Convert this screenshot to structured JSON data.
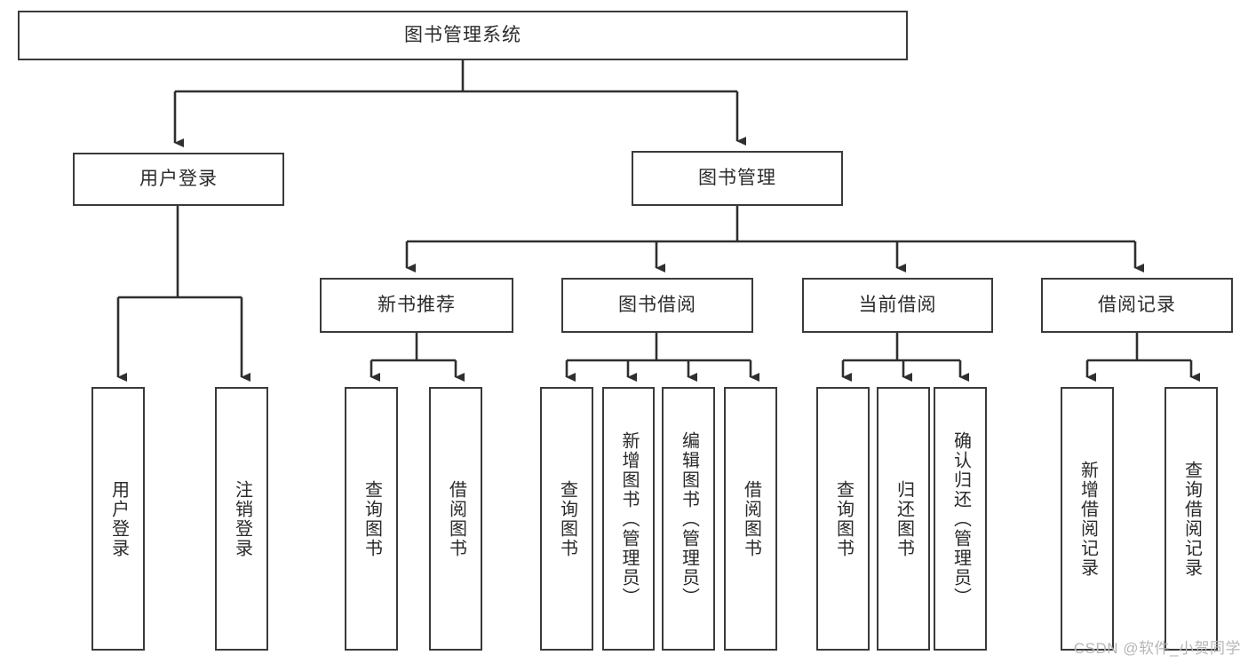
{
  "diagram": {
    "type": "tree-hierarchy",
    "title": "图书管理系统",
    "watermark": "CSDN @软件_小贺同学",
    "colors": {
      "box_border": "#3a3a3a",
      "box_fill": "#ffffff",
      "connector": "#2f2f2f",
      "text": "#2b2b2b",
      "watermark": "#b6b6b6",
      "page_background": "#ffffff"
    },
    "root": {
      "label": "图书管理系统"
    },
    "level2": [
      {
        "label": "用户登录"
      },
      {
        "label": "图书管理"
      }
    ],
    "level3": [
      {
        "label": "新书推荐"
      },
      {
        "label": "图书借阅"
      },
      {
        "label": "当前借阅"
      },
      {
        "label": "借阅记录"
      }
    ],
    "leaves": {
      "user_login": [
        {
          "label": "用户登录"
        },
        {
          "label": "注销登录"
        }
      ],
      "new_book_recommend": [
        {
          "label": "查询图书"
        },
        {
          "label": "借阅图书"
        }
      ],
      "book_borrow": [
        {
          "label": "查询图书"
        },
        {
          "label": "新增图书（管理员）"
        },
        {
          "label": "编辑图书（管理员）"
        },
        {
          "label": "借阅图书"
        }
      ],
      "current_borrow": [
        {
          "label": "查询图书"
        },
        {
          "label": "归还图书"
        },
        {
          "label": "确认归还（管理员）"
        }
      ],
      "borrow_record": [
        {
          "label": "新增借阅记录"
        },
        {
          "label": "查询借阅记录"
        }
      ]
    }
  }
}
